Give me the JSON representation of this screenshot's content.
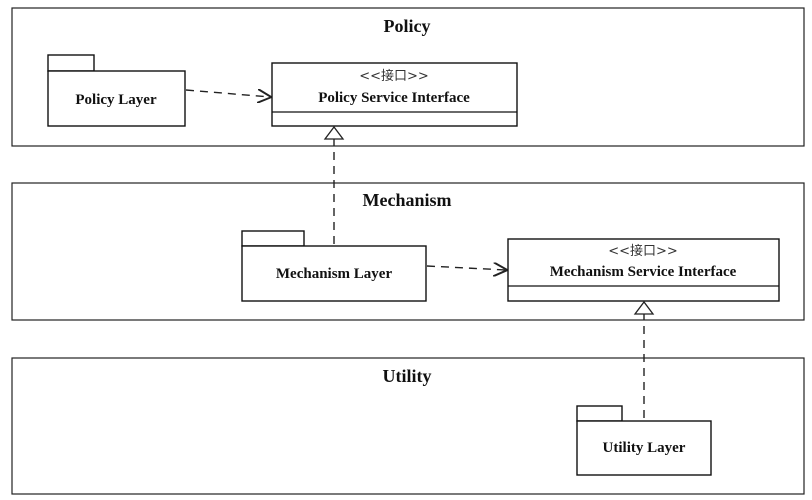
{
  "layers": {
    "policy": {
      "title": "Policy"
    },
    "mechanism": {
      "title": "Mechanism"
    },
    "utility": {
      "title": "Utility"
    }
  },
  "packages": {
    "policy_layer": "Policy Layer",
    "mechanism_layer": "Mechanism Layer",
    "utility_layer": "Utility Layer"
  },
  "interfaces": {
    "policy_service": {
      "stereotype": "<<接口>>",
      "name": "Policy Service Interface"
    },
    "mechanism_service": {
      "stereotype": "<<接口>>",
      "name": "Mechanism Service Interface"
    }
  }
}
